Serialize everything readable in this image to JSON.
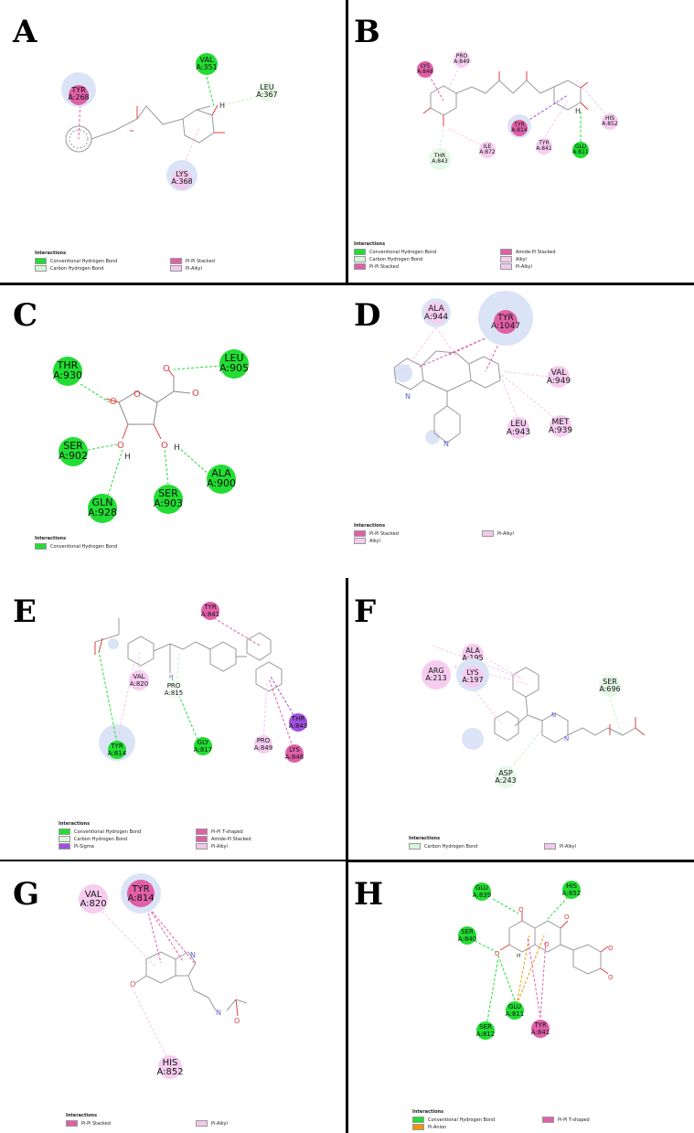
{
  "colors": {
    "conventional_hbond": "#22dd33",
    "carbon_hbond": "#d8f5dc",
    "pi_pi_stacked": "#e060a8",
    "pi_alkyl": "#f2c8ec",
    "alkyl": "#f6cdf0",
    "amide_pi_stacked": "#e060a8",
    "pi_sigma": "#a050e0",
    "pi_anion": "#f0960a",
    "pi_t_shaped": "#e060a8"
  },
  "panels": [
    {
      "label": "A",
      "residues": [
        {
          "name": "TYR",
          "id": "A:268",
          "type": "pi_pi_stacked"
        },
        {
          "name": "VAL",
          "id": "A:351",
          "type": "conventional_hbond"
        },
        {
          "name": "LEU",
          "id": "A:367",
          "type": "carbon_hbond"
        },
        {
          "name": "LYS",
          "id": "A:368",
          "type": "pi_alkyl"
        }
      ],
      "legend_title": "Interactions",
      "legend": [
        "Conventional Hydrogen Bond",
        "Carbon Hydrogen Bond",
        "Pi-Pi Stacked",
        "Pi-Alkyl"
      ]
    },
    {
      "label": "B",
      "residues": [
        {
          "name": "LYS",
          "id": "A:848",
          "type": "pi_pi_stacked"
        },
        {
          "name": "PRO",
          "id": "A:849",
          "type": "alkyl"
        },
        {
          "name": "TYR",
          "id": "A:814",
          "type": "pi_pi_stacked"
        },
        {
          "name": "THR",
          "id": "A:843",
          "type": "carbon_hbond"
        },
        {
          "name": "ILE",
          "id": "A:872",
          "type": "alkyl"
        },
        {
          "name": "TYR",
          "id": "A:841",
          "type": "alkyl"
        },
        {
          "name": "GLU",
          "id": "A:811",
          "type": "conventional_hbond"
        },
        {
          "name": "HIS",
          "id": "A:852",
          "type": "alkyl"
        }
      ],
      "legend_title": "Interactions",
      "legend": [
        "Conventional Hydrogen Bond",
        "Carbon Hydrogen Bond",
        "Pi-Pi Stacked",
        "Amide-Pi Stacked",
        "Alkyl",
        "Pi-Alkyl"
      ]
    },
    {
      "label": "C",
      "residues": [
        {
          "name": "THR",
          "id": "A:930",
          "type": "conventional_hbond"
        },
        {
          "name": "LEU",
          "id": "A:905",
          "type": "conventional_hbond"
        },
        {
          "name": "SER",
          "id": "A:902",
          "type": "conventional_hbond"
        },
        {
          "name": "GLN",
          "id": "A:928",
          "type": "conventional_hbond"
        },
        {
          "name": "SER",
          "id": "A:903",
          "type": "conventional_hbond"
        },
        {
          "name": "ALA",
          "id": "A:900",
          "type": "conventional_hbond"
        }
      ],
      "legend_title": "Interactions",
      "legend": [
        "Conventional Hydrogen Bond"
      ]
    },
    {
      "label": "D",
      "residues": [
        {
          "name": "ALA",
          "id": "A:944",
          "type": "alkyl"
        },
        {
          "name": "TYR",
          "id": "A:1047",
          "type": "pi_pi_stacked"
        },
        {
          "name": "VAL",
          "id": "A:949",
          "type": "alkyl"
        },
        {
          "name": "LEU",
          "id": "A:943",
          "type": "alkyl"
        },
        {
          "name": "MET",
          "id": "A:939",
          "type": "alkyl"
        }
      ],
      "legend_title": "Interactions",
      "legend": [
        "Pi-Pi Stacked",
        "Alkyl",
        "Pi-Alkyl"
      ]
    },
    {
      "label": "E",
      "residues": [
        {
          "name": "VAL",
          "id": "A:820",
          "type": "alkyl"
        },
        {
          "name": "PRO",
          "id": "A:815",
          "type": "carbon_hbond"
        },
        {
          "name": "TYR",
          "id": "A:841",
          "type": "pi_pi_stacked"
        },
        {
          "name": "TYR",
          "id": "A:814",
          "type": "conventional_hbond"
        },
        {
          "name": "GLY",
          "id": "A:817",
          "type": "conventional_hbond"
        },
        {
          "name": "THR",
          "id": "A:843",
          "type": "pi_sigma"
        },
        {
          "name": "PRO",
          "id": "A:849",
          "type": "alkyl"
        },
        {
          "name": "LYS",
          "id": "A:848",
          "type": "pi_pi_stacked"
        }
      ],
      "legend_title": "Interactions",
      "legend": [
        "Conventional Hydrogen Bond",
        "Carbon Hydrogen Bond",
        "Pi-Sigma",
        "Pi-Pi T-shaped",
        "Amide-Pi Stacked",
        "Pi-Alkyl"
      ]
    },
    {
      "label": "F",
      "residues": [
        {
          "name": "ALA",
          "id": "A:195",
          "type": "alkyl"
        },
        {
          "name": "ARG",
          "id": "A:213",
          "type": "alkyl"
        },
        {
          "name": "LYS",
          "id": "A:197",
          "type": "alkyl"
        },
        {
          "name": "SER",
          "id": "A:696",
          "type": "carbon_hbond"
        },
        {
          "name": "ASP",
          "id": "A:243",
          "type": "carbon_hbond"
        }
      ],
      "legend_title": "Interactions",
      "legend": [
        "Carbon Hydrogen Bond",
        "Pi-Alkyl"
      ]
    },
    {
      "label": "G",
      "residues": [
        {
          "name": "VAL",
          "id": "A:820",
          "type": "alkyl"
        },
        {
          "name": "TYR",
          "id": "A:814",
          "type": "pi_pi_stacked"
        },
        {
          "name": "HIS",
          "id": "A:852",
          "type": "alkyl"
        }
      ],
      "legend_title": "Interactions",
      "legend": [
        "Pi-Pi Stacked",
        "Pi-Alkyl"
      ]
    },
    {
      "label": "H",
      "residues": [
        {
          "name": "GLU",
          "id": "A:839",
          "type": "conventional_hbond"
        },
        {
          "name": "HIS",
          "id": "A:852",
          "type": "conventional_hbond"
        },
        {
          "name": "SER",
          "id": "A:840",
          "type": "conventional_hbond"
        },
        {
          "name": "GLU",
          "id": "A:811",
          "type": "conventional_hbond"
        },
        {
          "name": "SER",
          "id": "A:812",
          "type": "conventional_hbond"
        },
        {
          "name": "TYR",
          "id": "A:841",
          "type": "pi_pi_stacked"
        }
      ],
      "legend_title": "Interactions",
      "legend": [
        "Conventional Hydrogen Bond",
        "Pi-Anion",
        "Pi-Pi T-shaped"
      ]
    }
  ]
}
